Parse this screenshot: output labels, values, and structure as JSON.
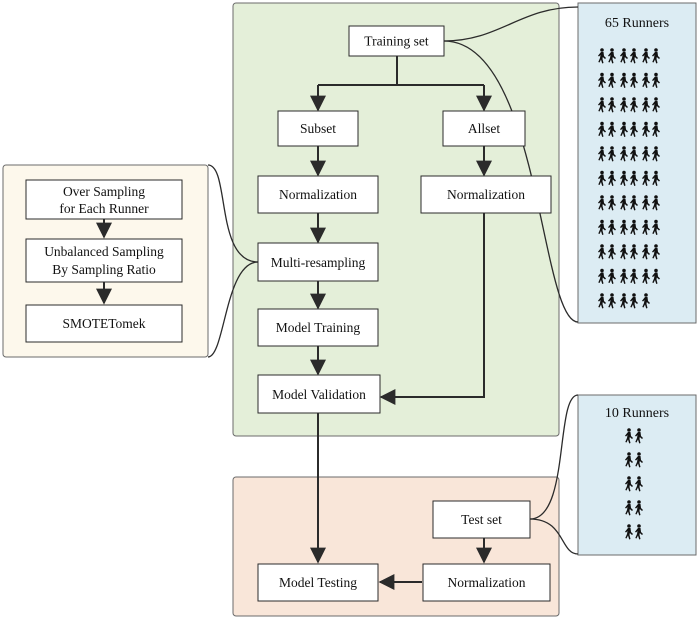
{
  "colors": {
    "training_region": "#e4efd9",
    "testing_region": "#f9e6d9",
    "sampling_region": "#fdf8ec",
    "runners_panel": "#dcecf3",
    "box_fill": "#ffffff",
    "stroke": "#2b2b2b"
  },
  "nodes": {
    "training_set": "Training set",
    "subset": "Subset",
    "allset": "Allset",
    "normalization_subset": "Normalization",
    "normalization_allset": "Normalization",
    "multi_resampling": "Multi-resampling",
    "model_training": "Model Training",
    "model_validation": "Model Validation",
    "test_set": "Test set",
    "normalization_test": "Normalization",
    "model_testing": "Model Testing"
  },
  "sampling_steps": {
    "over_sampling": [
      "Over Sampling",
      "for Each Runner"
    ],
    "unbalanced_sampling": [
      "Unbalanced Sampling",
      "By Sampling Ratio"
    ],
    "smotetomek": "SMOTETomek"
  },
  "training_runners": {
    "title": "65 Runners",
    "count": 65
  },
  "test_runners": {
    "title": "10 Runners",
    "count": 10
  },
  "icons": {
    "runner": "runner-silhouette-icon"
  }
}
